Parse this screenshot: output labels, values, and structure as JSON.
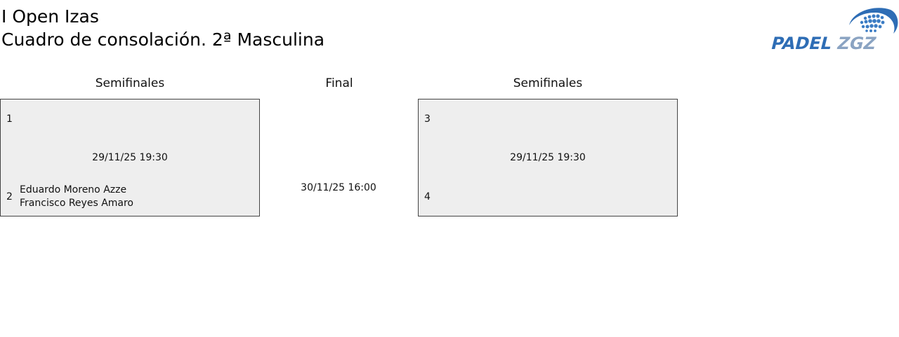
{
  "tournament": {
    "title": "I Open Izas",
    "subtitle": "Cuadro de consolación. 2ª Masculina"
  },
  "logo": {
    "text_left": "PADEL",
    "text_right": "ZGZ",
    "color": "#2e6db5"
  },
  "rounds": {
    "left": "Semifinales",
    "center": "Final",
    "right": "Semifinales"
  },
  "matches": [
    {
      "date": "29/11/25 19:30",
      "top_seed": "1",
      "top_players": [],
      "bottom_seed": "2",
      "bottom_players": [
        "Eduardo Moreno Azze",
        "Francisco Reyes Amaro"
      ]
    },
    {
      "date": "29/11/25 19:30",
      "top_seed": "3",
      "top_players": [],
      "bottom_seed": "4",
      "bottom_players": []
    }
  ],
  "final": {
    "date": "30/11/25 16:00"
  }
}
